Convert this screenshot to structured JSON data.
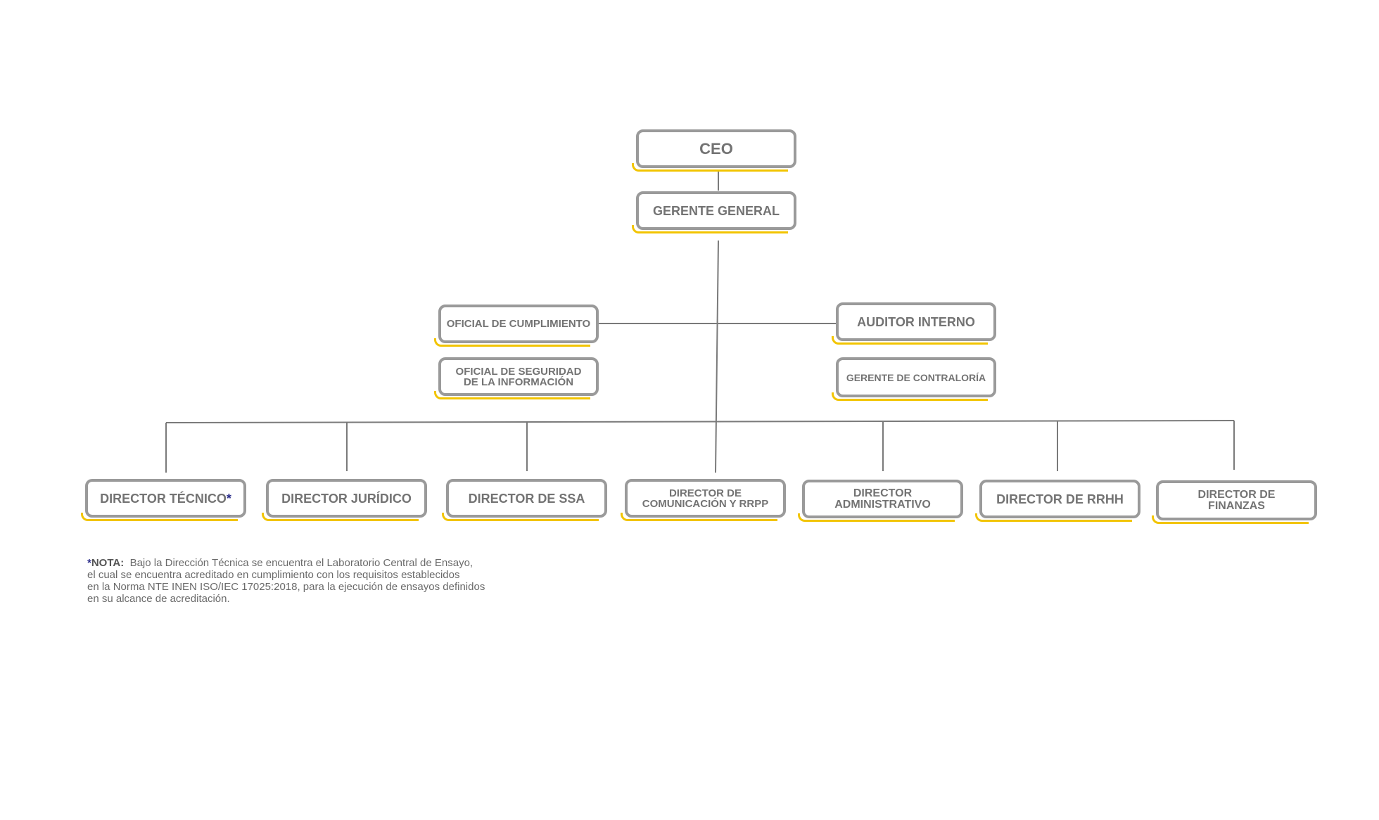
{
  "org_chart": {
    "top": {
      "ceo": "CEO",
      "general_manager": "GERENTE GENERAL"
    },
    "staff_left": {
      "compliance_officer": "OFICIAL DE CUMPLIMIENTO",
      "infosec_officer_line1": "OFICIAL DE SEGURIDAD",
      "infosec_officer_line2": "DE LA INFORMACIÓN"
    },
    "staff_right": {
      "internal_auditor": "AUDITOR INTERNO",
      "comptroller_manager": "GERENTE DE CONTRALORÍA"
    },
    "directors": {
      "technical": "DIRECTOR TÉCNICO",
      "technical_mark": "*",
      "legal": "DIRECTOR JURÍDICO",
      "ssa": "DIRECTOR DE SSA",
      "communication_line1": "DIRECTOR DE",
      "communication_line2": "COMUNICACIÓN Y RRPP",
      "administrative_line1": "DIRECTOR",
      "administrative_line2": "ADMINISTRATIVO",
      "hr": "DIRECTOR DE RRHH",
      "finance_line1": "DIRECTOR DE",
      "finance_line2": "FINANZAS"
    }
  },
  "note": {
    "star": "*",
    "lead": "NOTA:",
    "line1": "Bajo la Dirección Técnica se encuentra el Laboratorio Central de Ensayo,",
    "line2": "el cual se encuentra acreditado en cumplimiento con los requisitos establecidos",
    "line3": "en la Norma NTE INEN ISO/IEC 17025:2018, para la ejecución de ensayos definidos",
    "line4": "en su alcance de acreditación."
  },
  "colors": {
    "box_border": "#9a9a9a",
    "accent_underline": "#f2c400",
    "text": "#737373",
    "connector": "#7a7a7a",
    "asterisk": "#2d2f8c"
  }
}
